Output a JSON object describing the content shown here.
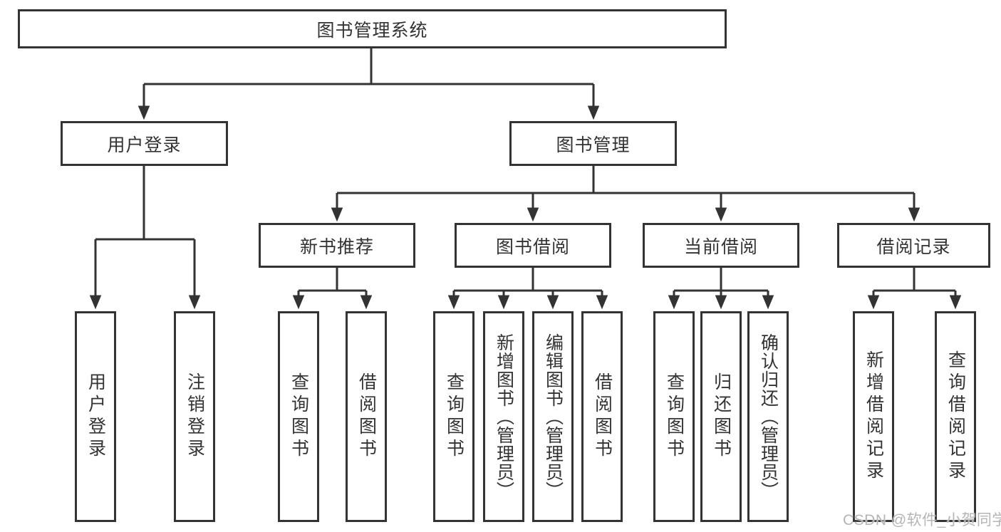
{
  "diagram": {
    "root": "图书管理系统",
    "level2": {
      "user_login": "用户登录",
      "book_mgmt": "图书管理"
    },
    "level3": {
      "new_book_rec": "新书推荐",
      "book_borrow": "图书借阅",
      "current_borrow": "当前借阅",
      "borrow_records": "借阅记录"
    },
    "leaves": {
      "user_login_leaf": "用户登录",
      "logout_leaf": "注销登录",
      "nbr_query_books": "查询图书",
      "nbr_borrow_books": "借阅图书",
      "bb_query_books": "查询图书",
      "bb_add_books": "新增图书（管理员）",
      "bb_edit_books": "编辑图书（管理员）",
      "bb_borrow_books": "借阅图书",
      "cb_query_books": "查询图书",
      "cb_return_books": "归还图书",
      "cb_confirm_return": "确认归还（管理员）",
      "br_add_record": "新增借阅记录",
      "br_query_record": "查询借阅记录"
    }
  },
  "watermark": "CSDN @软件_小贺同学",
  "colors": {
    "line": "#333333",
    "text": "#333333",
    "box_background": "#ffffff",
    "watermark": "#b5b5b5"
  }
}
